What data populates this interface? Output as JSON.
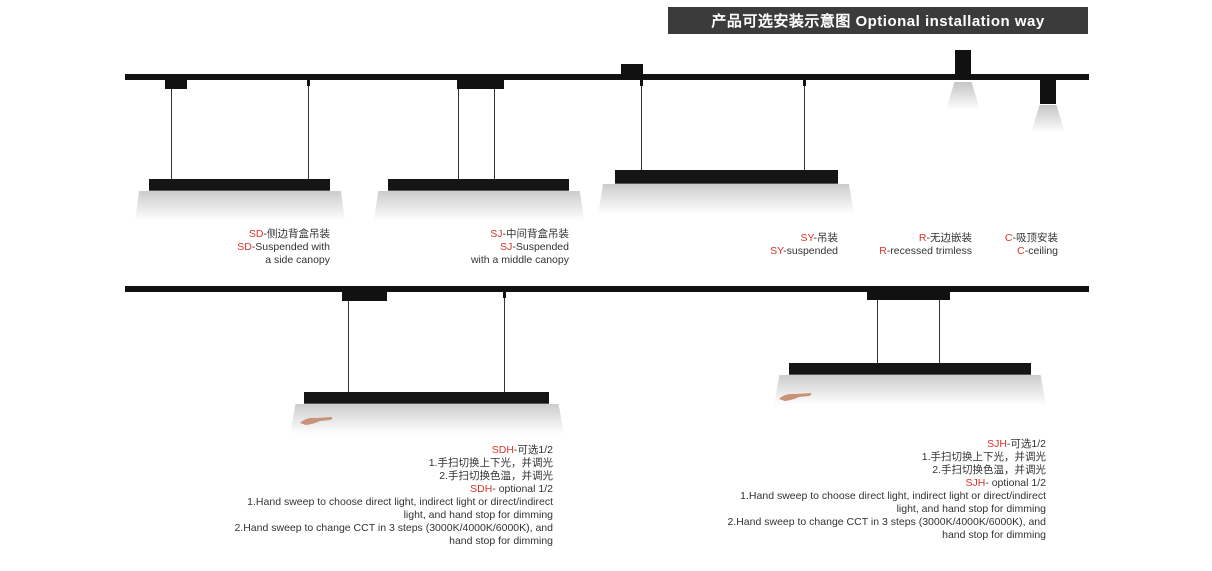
{
  "header": {
    "title": "产品可选安装示意图 Optional installation way"
  },
  "colors": {
    "rail": "#111111",
    "banner": "#3b3b3b",
    "accent": "#d9342b"
  },
  "top_row": {
    "sd": {
      "code_cn": "SD",
      "text_cn": "-侧边背盒吊装",
      "code_en": "SD",
      "text_en": "-Suspended with",
      "line3": "a side canopy"
    },
    "sj": {
      "code_cn": "SJ",
      "text_cn": "-中间背盒吊装",
      "code_en": "SJ",
      "text_en": "-Suspended",
      "line3": "with a middle canopy"
    },
    "sy": {
      "code_cn": "SY",
      "text_cn": "-吊装",
      "code_en": "SY",
      "text_en": "-suspended"
    },
    "r": {
      "code_cn": "R",
      "text_cn": "-无边嵌装",
      "code_en": "R",
      "text_en": "-recessed trimless"
    },
    "c": {
      "code_cn": "C",
      "text_cn": "-吸顶安装",
      "code_en": "C",
      "text_en": "-ceiling"
    }
  },
  "bottom_row": {
    "sdh": {
      "code": "SDH",
      "line1": "-可选1/2",
      "line2": "1.手扫切换上下光，并调光",
      "line3": "2.手扫切换色温，并调光",
      "line4": "- optional 1/2",
      "line5": "1.Hand sweep to choose direct light, indirect light or direct/indirect",
      "line6": "light, and hand stop for dimming",
      "line7": "2.Hand sweep to change CCT in 3 steps (3000K/4000K/6000K), and",
      "line8": "hand stop for dimming"
    },
    "sjh": {
      "code": "SJH",
      "line1": "-可选1/2",
      "line2": "1.手扫切换上下光，并调光",
      "line3": "2.手扫切换色温，并调光",
      "line4": "- optional 1/2",
      "line5": "1.Hand sweep to choose direct light, indirect light or direct/indirect",
      "line6": "light, and hand stop for dimming",
      "line7": "2.Hand sweep to change CCT in 3 steps (3000K/4000K/6000K), and",
      "line8": "hand stop for dimming"
    }
  }
}
